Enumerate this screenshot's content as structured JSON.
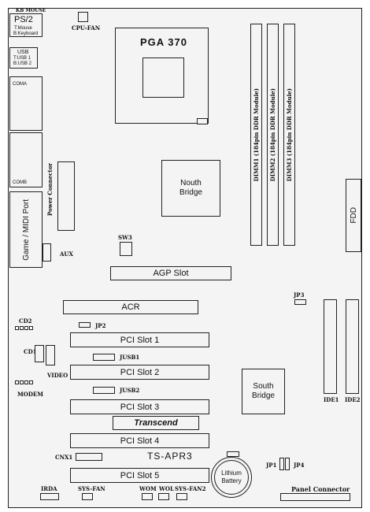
{
  "labels": {
    "ps2_top": "KB MOUSE",
    "ps2_title": "PS/2",
    "ps2_mouse": "T:Mouse",
    "ps2_keyboard": "B:Keyboard",
    "cpu_fan": "CPU-FAN",
    "cpu_socket": "PGA 370",
    "usb_title": "USB",
    "usb_1": "T:USB 1",
    "usb_2": "B:USB 2",
    "coma": "COMA",
    "comb": "COMB",
    "game_midi": "Game / MIDI Port",
    "power_connector": "Power Connector",
    "aux": "AUX",
    "north_bridge_1": "Nouth",
    "north_bridge_2": "Bridge",
    "sw3": "SW3",
    "dimm1": "DIMM1 (184pin DDR Module)",
    "dimm2": "DIMM2 (184pin DDR Module)",
    "dimm3": "DIMM3 (184pin DDR Module)",
    "fdd": "FDD",
    "agp_slot": "AGP Slot",
    "jp3": "JP3",
    "acr": "ACR",
    "cd2": "CD2",
    "jp2": "JP2",
    "pci1": "PCI Slot 1",
    "cd1": "CD1",
    "video": "VIDEO",
    "jusb1": "JUSB1",
    "pci2": "PCI Slot 2",
    "modem": "MODEM",
    "south_bridge_1": "South",
    "south_bridge_2": "Bridge",
    "jusb2": "JUSB2",
    "ide1": "IDE1",
    "ide2": "IDE2",
    "pci3": "PCI Slot 3",
    "transcend": "Transcend",
    "pci4": "PCI Slot 4",
    "cnx1": "CNX1",
    "model": "TS-APR3",
    "battery_1": "Lithium",
    "battery_2": "Battery",
    "jp1": "JP1",
    "jp4": "JP4",
    "pci5": "PCI Slot 5",
    "irda": "IRDA",
    "sys_fan": "SYS-FAN",
    "wom": "WOM",
    "wol": "WOL",
    "sys_fan2": "SYS-FAN2",
    "panel_connector": "Panel Connector"
  }
}
